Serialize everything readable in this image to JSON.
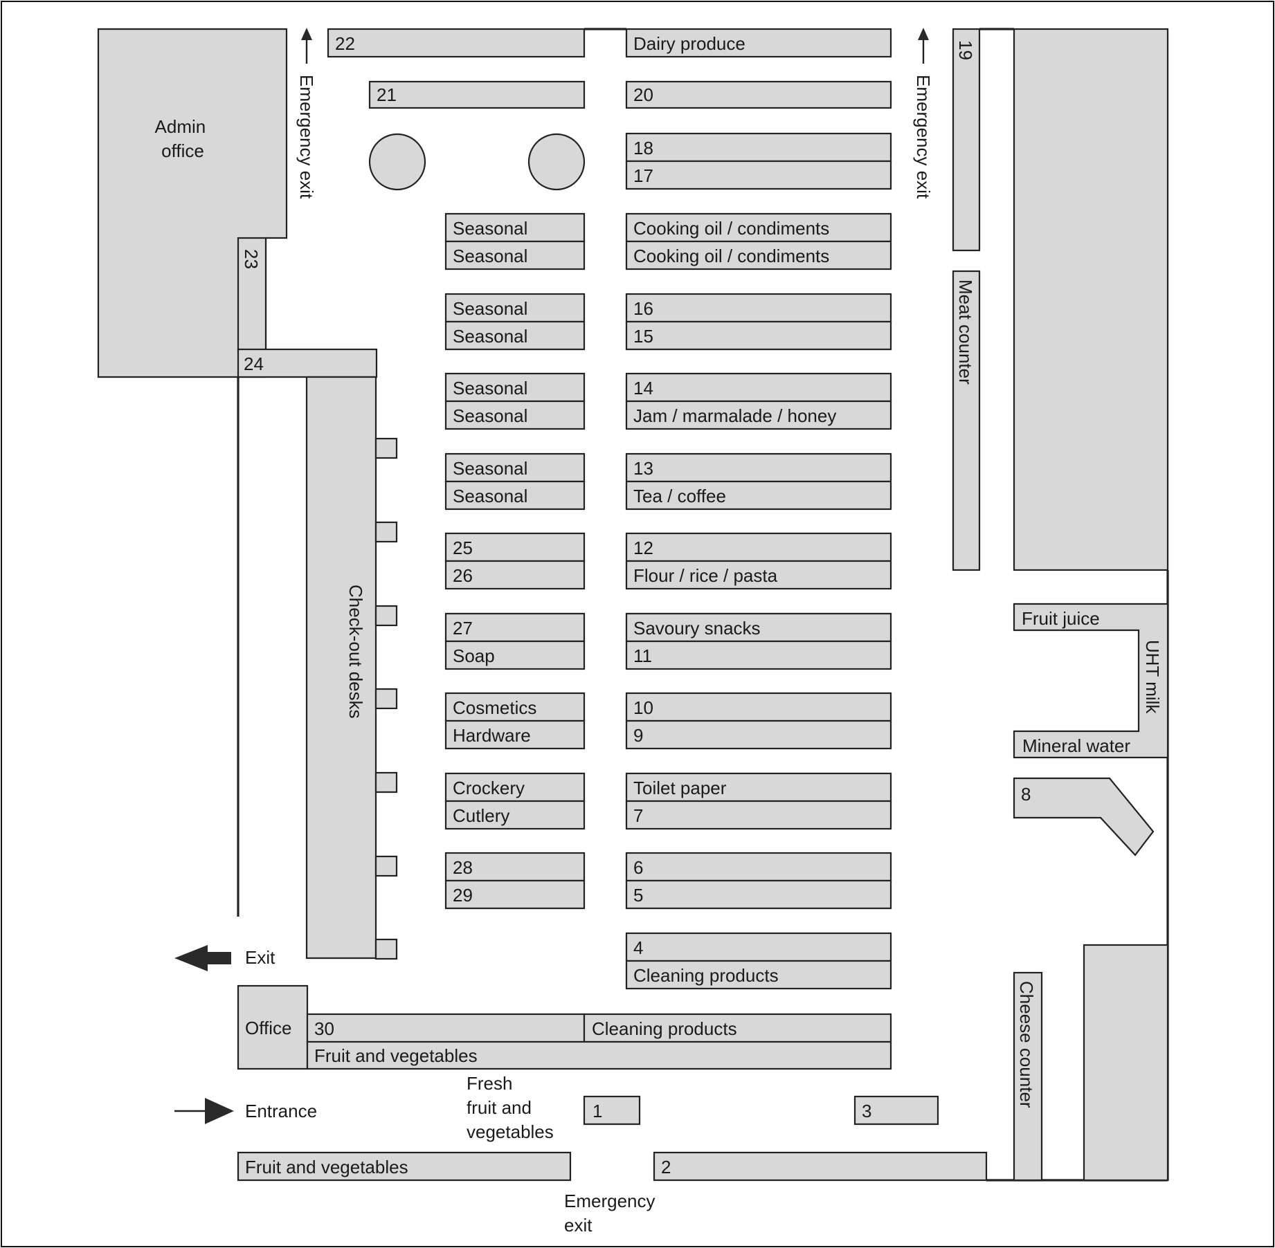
{
  "rooms": {
    "admin_office": "Admin\noffice",
    "office": "Office"
  },
  "exits": {
    "emergency_exit_left": "Emergency exit",
    "emergency_exit_right": "Emergency exit",
    "emergency_exit_bottom": "Emergency\nexit",
    "exit": "Exit",
    "entrance": "Entrance"
  },
  "counters": {
    "meat": "Meat counter",
    "cheese": "Cheese counter",
    "checkout": "Check-out desks",
    "uht_milk": "UHT milk",
    "fruit_juice": "Fruit juice",
    "mineral_water": "Mineral water"
  },
  "top_shelves": {
    "s22": "22",
    "dairy": "Dairy produce",
    "s21": "21",
    "s20": "20",
    "s19": "19",
    "s23": "23",
    "s24": "24"
  },
  "left_aisle": [
    [
      "Seasonal",
      "Seasonal"
    ],
    [
      "Seasonal",
      "Seasonal"
    ],
    [
      "Seasonal",
      "Seasonal"
    ],
    [
      "Seasonal",
      "Seasonal"
    ],
    [
      "25",
      "26"
    ],
    [
      "27",
      "Soap"
    ],
    [
      "Cosmetics",
      "Hardware"
    ],
    [
      "Crockery",
      "Cutlery"
    ],
    [
      "28",
      "29"
    ]
  ],
  "right_aisle": [
    [
      "18",
      "17"
    ],
    [
      "Cooking oil / condiments",
      "Cooking oil / condiments"
    ],
    [
      "16",
      "15"
    ],
    [
      "14",
      "Jam / marmalade / honey"
    ],
    [
      "13",
      "Tea / coffee"
    ],
    [
      "12",
      "Flour / rice / pasta"
    ],
    [
      "Savoury snacks",
      "11"
    ],
    [
      "10",
      "9"
    ],
    [
      "Toilet paper",
      "7"
    ],
    [
      "6",
      "5"
    ],
    [
      "4",
      "Cleaning products"
    ]
  ],
  "bottom": {
    "s30": "30",
    "cleaning": "Cleaning products",
    "fruit_veg_upper": "Fruit and vegetables",
    "fresh": "Fresh\nfruit and\nvegetables",
    "s1": "1",
    "s3": "3",
    "fruit_veg_lower": "Fruit and vegetables",
    "s2": "2",
    "s8": "8"
  }
}
